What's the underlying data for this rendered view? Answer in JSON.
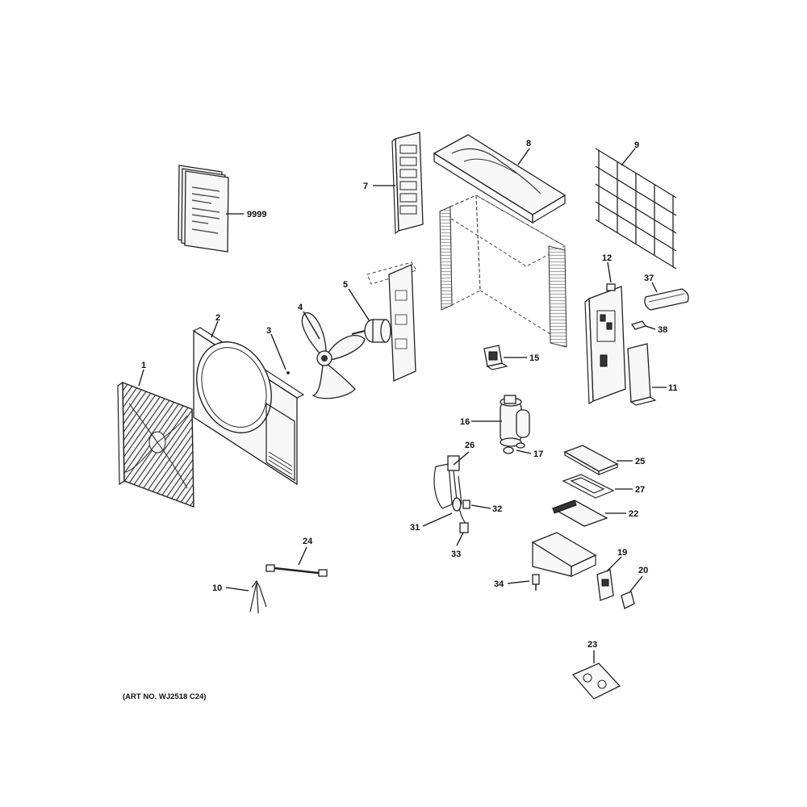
{
  "diagram": {
    "art_number": "(ART NO. WJ2518 C24)",
    "callouts": {
      "c1": "1",
      "c2": "2",
      "c3": "3",
      "c4": "4",
      "c5": "5",
      "c7": "7",
      "c8": "8",
      "c9": "9",
      "c9999": "9999",
      "c10": "10",
      "c11": "11",
      "c12": "12",
      "c15": "15",
      "c16": "16",
      "c17": "17",
      "c19": "19",
      "c20": "20",
      "c22": "22",
      "c23": "23",
      "c24": "24",
      "c25": "25",
      "c26": "26",
      "c27": "27",
      "c31": "31",
      "c32": "32",
      "c33": "33",
      "c34": "34",
      "c37": "37",
      "c38": "38"
    }
  }
}
